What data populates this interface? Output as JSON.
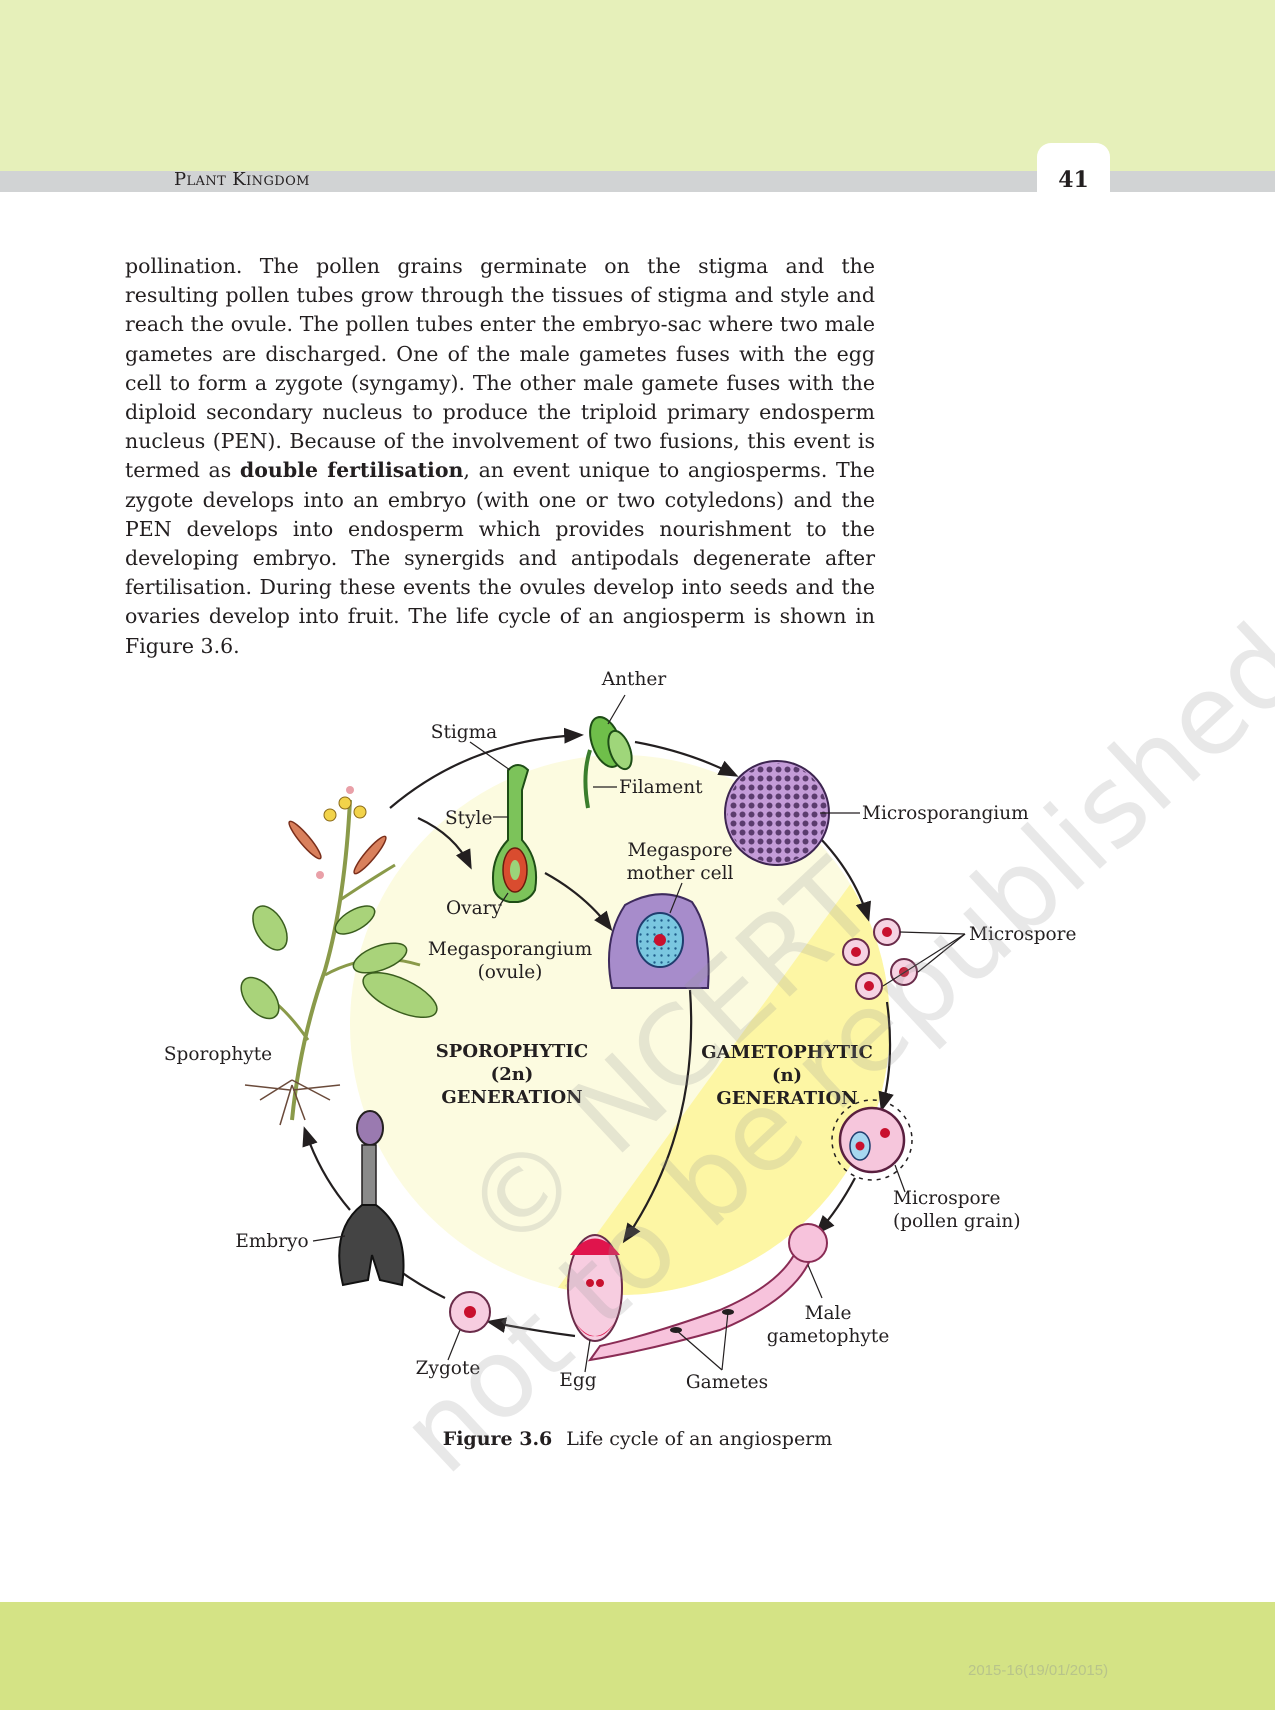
{
  "header": {
    "chapter_title": "Plant Kingdom",
    "page_number": "41"
  },
  "body": {
    "p_before": "pollination. The pollen grains germinate on the stigma and the resulting pollen tubes grow through the tissues of stigma and style and reach the ovule. The pollen tubes enter the embryo-sac where two male gametes are discharged. One of the male gametes fuses with the egg cell to form a zygote (syngamy). The other male gamete fuses with the diploid secondary nucleus to produce the triploid primary endosperm nucleus (PEN). Because of the involvement of two fusions, this event is termed as ",
    "p_bold": "double fertilisation",
    "p_after": ", an event unique to angiosperms. The zygote develops into an embryo (with one or two cotyledons) and the PEN develops into endosperm which provides nourishment to  the developing embryo. The synergids and antipodals degenerate after fertilisation. During these events the ovules develop into seeds and the ovaries develop into fruit. The life cycle of an angiosperm is shown in Figure 3.6."
  },
  "figure": {
    "labels": {
      "anther": "Anther",
      "stigma": "Stigma",
      "filament": "Filament",
      "microsporangium": "Microsporangium",
      "style": "Style",
      "megaspore_mother_cell_1": "Megaspore",
      "megaspore_mother_cell_2": "mother cell",
      "ovary": "Ovary",
      "microspore": "Microspore",
      "megasporangium_1": "Megasporangium",
      "megasporangium_2": "(ovule)",
      "sporophyte": "Sporophyte",
      "microspore_pollen_1": "Microspore",
      "microspore_pollen_2": "(pollen grain)",
      "embryo": "Embryo",
      "male_gametophyte_1": "Male",
      "male_gametophyte_2": "gametophyte",
      "zygote": "Zygote",
      "egg": "Egg",
      "gametes": "Gametes"
    },
    "sporophytic": {
      "line1": "SPOROPHYTIC",
      "line2": "(2n)",
      "line3": "GENERATION"
    },
    "gametophytic": {
      "line1": "GAMETOPHYTIC",
      "line2": "(n)",
      "line3": "GENERATION"
    },
    "caption_label": "Figure 3.6",
    "caption_text": "Life cycle of an angiosperm"
  },
  "watermark": {
    "line1": "© NCERT",
    "line2": "not to be republished"
  },
  "footer": {
    "date_stamp": "2015-16(19/01/2015)"
  },
  "colors": {
    "top_band": "#e6f0ba",
    "bottom_band": "#d4e385",
    "sporophytic_fill": "#fcfbe0",
    "gametophytic_fill": "#fdf6a4"
  }
}
